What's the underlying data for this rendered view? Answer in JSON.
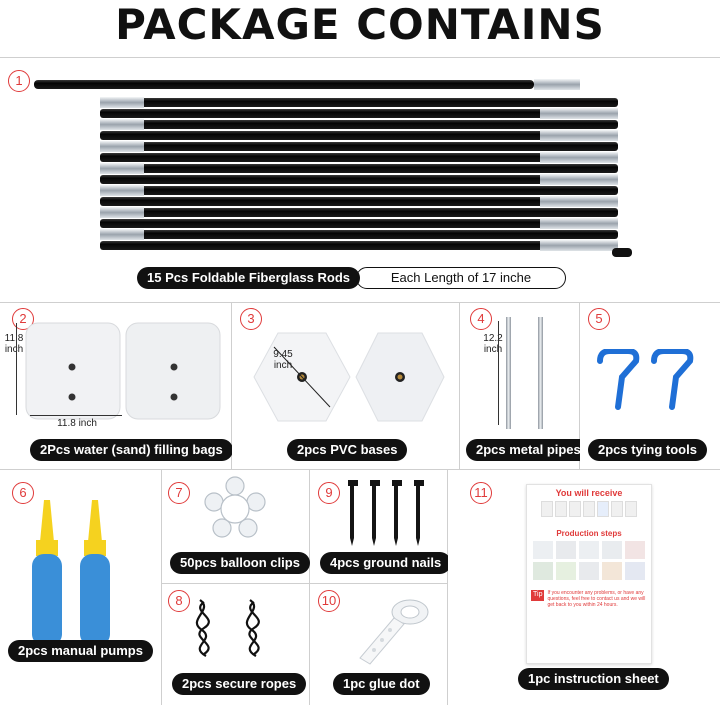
{
  "title": "PACKAGE CONTAINS",
  "rods": {
    "number": "1",
    "label": "15 Pcs Foldable Fiberglass Rods",
    "length_text": "Each Length of 17 inche"
  },
  "items": [
    {
      "number": "2",
      "label": "2Pcs water (sand) filling bags",
      "dim_height": "11.8 inch",
      "dim_width": "11.8 inch"
    },
    {
      "number": "3",
      "label": "2pcs PVC bases",
      "dim": "9.45 inch"
    },
    {
      "number": "4",
      "label": "2pcs metal pipes",
      "dim": "12.2 inch"
    },
    {
      "number": "5",
      "label": "2pcs tying tools"
    },
    {
      "number": "6",
      "label": "2pcs manual pumps"
    },
    {
      "number": "7",
      "label": "50pcs balloon clips"
    },
    {
      "number": "8",
      "label": "2pcs secure ropes"
    },
    {
      "number": "9",
      "label": "4pcs ground nails"
    },
    {
      "number": "10",
      "label": "1pc glue dot"
    },
    {
      "number": "11",
      "label": "1pc instruction sheet"
    }
  ],
  "sheet": {
    "heading": "You will receive",
    "steps_heading": "Production steps",
    "tip_label": "Tip",
    "tip_text": "If you encounter any problems, or have any questions, feel free to contact us and we will get back to you within 24 hours."
  },
  "colors": {
    "accent": "#e03a3a",
    "pill": "#111111",
    "tool_blue": "#1f6fd6",
    "pump_blue": "#3a8fd8",
    "pump_yellow": "#f5d21f"
  }
}
